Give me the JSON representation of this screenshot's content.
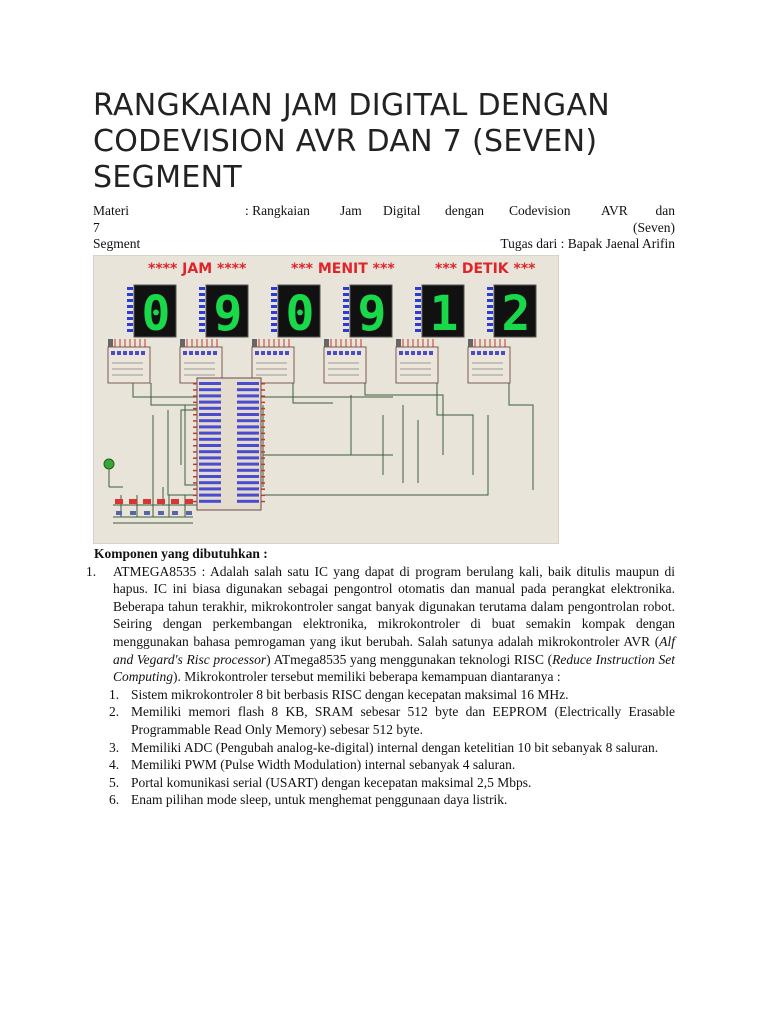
{
  "title": {
    "line1": "RANGKAIAN JAM DIGITAL DENGAN",
    "line2": "CODEVISION AVR DAN 7 (SEVEN)",
    "line3": "SEGMENT"
  },
  "meta": {
    "w_materi": "Materi",
    "w_colon": ": Rangkaian",
    "w_jam": "Jam",
    "w_digital": "Digital",
    "w_dengan": "dengan",
    "w_codevision": "Codevision",
    "w_avr": "AVR",
    "w_dan": "dan",
    "w_7": "7",
    "w_seven": "(Seven)",
    "w_segment": "Segment",
    "tugas": "Tugas dari : Bapak Jaenal Arifin"
  },
  "schematic": {
    "label_jam": "**** JAM ****",
    "label_menit": "*** MENIT ***",
    "label_detik": "*** DETIK ***",
    "digits": [
      "0",
      "9",
      "0",
      "9",
      "1",
      "2"
    ]
  },
  "content": {
    "heading": "Komponen yang dibutuhkan :",
    "item1_num": "1.",
    "item1_p1": "ATMEGA8535 : Adalah salah satu IC yang dapat di program berulang kali, baik ditulis maupun di hapus. IC ini biasa digunakan sebagai pengontrol otomatis dan manual pada perangkat elektronika. Beberapa tahun terakhir, mikrokontroler sangat banyak digunakan terutama dalam pengontrolan robot. Seiring dengan perkembangan elektronika, mikrokontroler di buat semakin kompak dengan menggunakan bahasa pemrogaman yang ikut berubah. Salah satunya adalah mikrokontroler AVR (",
    "item1_i1": "Alf and Vegard's Risc processor",
    "item1_p2": ") ATmega8535 yang menggunakan teknologi RISC (",
    "item1_i2": "Reduce Instruction Set Computing",
    "item1_p3": "). Mikrokontroler tersebut memiliki beberapa kemampuan diantaranya :",
    "sub": [
      {
        "num": "1.",
        "text": "Sistem mikrokontroler 8 bit berbasis RISC dengan kecepatan maksimal 16 MHz.",
        "extra": ""
      },
      {
        "num": "2.",
        "text": "Memiliki memori flash 8 KB, SRAM sebesar 512 byte dan EEPROM (Electrically Erasable Programmable Read Only Memory) sebesar 512 byte.",
        "extra": ""
      },
      {
        "num": "3.",
        "text": "Memiliki ADC (Pengubah analog-ke-digital) internal",
        "extra": " dengan ketelitian 10 bit sebanyak 8 saluran."
      },
      {
        "num": "4.",
        "text": "Memiliki PWM (Pulse Width Modulation) internal sebanyak 4 saluran.",
        "extra": ""
      },
      {
        "num": "5.",
        "text": "Portal komunikasi serial (USART) dengan kecepatan maksimal 2,5 Mbps.",
        "extra": ""
      },
      {
        "num": "6.",
        "text": "Enam pilihan mode sleep, untuk menghemat penggunaan daya listrik.",
        "extra": ""
      }
    ]
  }
}
